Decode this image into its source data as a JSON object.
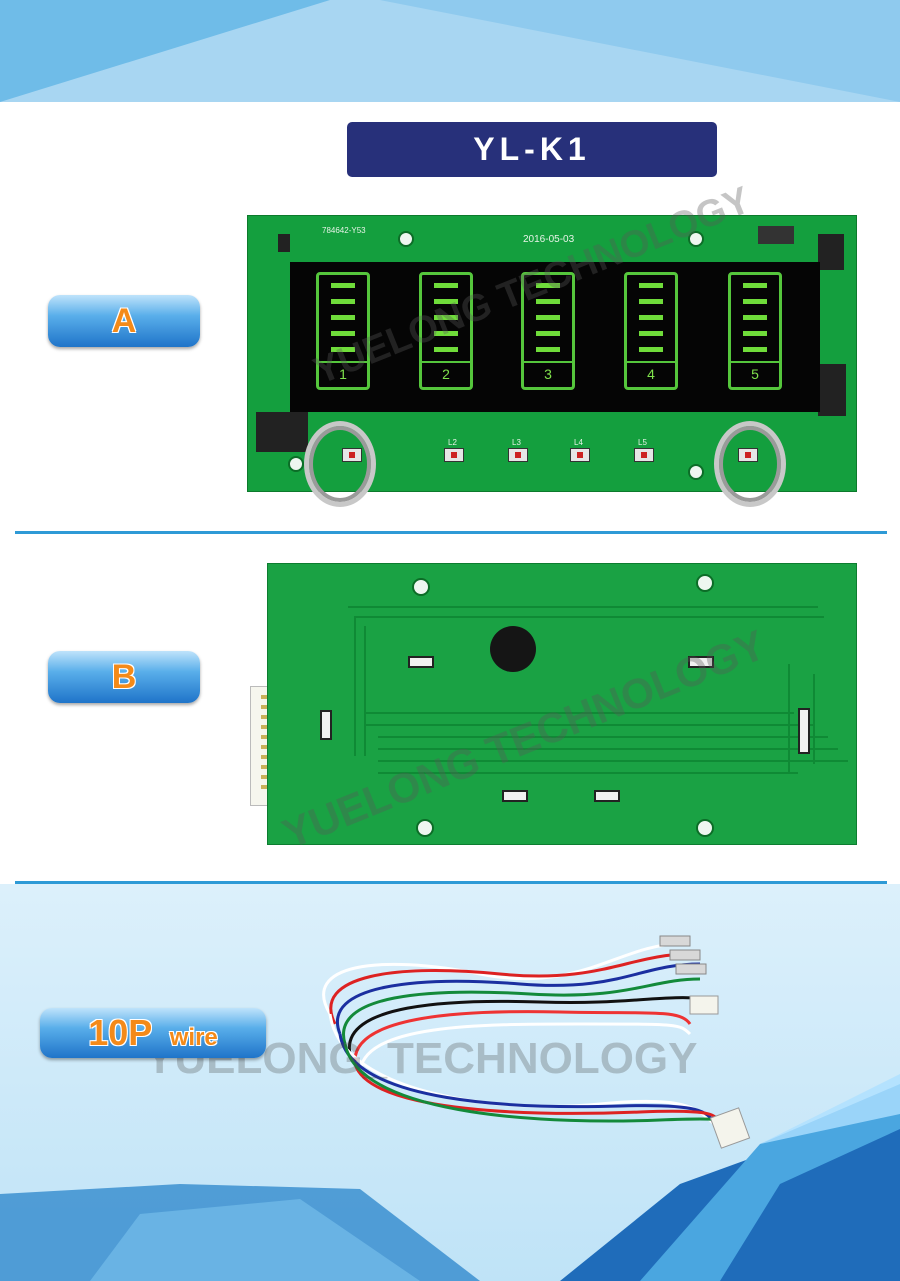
{
  "header": {
    "model_title": "YL-K1"
  },
  "labels": {
    "a": "A",
    "b": "B",
    "wire_main": "10P",
    "wire_suffix": "wire"
  },
  "board_a": {
    "code": "784642-Y53",
    "date": "2016-05-03",
    "bays": [
      "1",
      "2",
      "3",
      "4",
      "5"
    ],
    "led_labels": [
      "L2",
      "L3",
      "L4",
      "L5"
    ]
  },
  "watermarks": {
    "board_a": "YUELONG TECHNOLOGY",
    "board_b": "YUELONG TECHNOLOGY",
    "wire": "YUELONG_TECHNOLOGY"
  },
  "colors": {
    "banner_light": "#a8d6f2",
    "title_bg": "#27307a",
    "label_text": "#f48a19",
    "pcb_green": "#149f3e",
    "divider": "#2e9ad6"
  }
}
